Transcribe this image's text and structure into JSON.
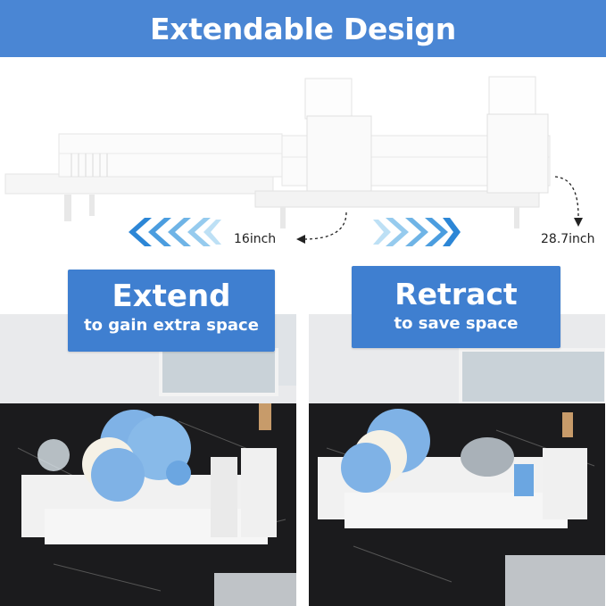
{
  "header": {
    "title": "Extendable Design"
  },
  "dimensions": {
    "left_label": "16inch",
    "right_label": "28.7inch"
  },
  "extend_card": {
    "title": "Extend",
    "subtitle": "to gain extra space"
  },
  "retract_card": {
    "title": "Retract",
    "subtitle": "to save space"
  },
  "colors": {
    "accent": "#4a86d4",
    "card": "#3f7fd0",
    "arrow_light": "#9fd0ee",
    "arrow_dark": "#2c86d6",
    "countertop": "#1b1b1d",
    "plate_blue": "#7fb2e6"
  },
  "icons": [
    "chevron-left-arrows-icon",
    "chevron-right-arrows-icon",
    "dashed-arrow-icon"
  ]
}
